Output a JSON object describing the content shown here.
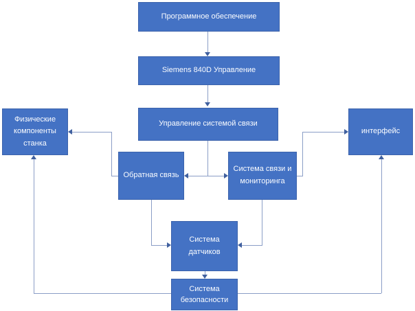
{
  "diagram": {
    "language": "ru",
    "nodes": {
      "software": {
        "label": "Программное обеспечение"
      },
      "siemens": {
        "label": "Siemens 840D Управление"
      },
      "control": {
        "label": "Управление системой связи"
      },
      "physical": {
        "label": "Физические компоненты станка"
      },
      "feedback": {
        "label": "Обратная связь"
      },
      "monitoring": {
        "label": "Система связи и мониторинга"
      },
      "interface": {
        "label": "интерфейс"
      },
      "sensors": {
        "label": "Система датчиков"
      },
      "safety": {
        "label": "Система безопасности"
      }
    },
    "edges": [
      {
        "from": "software",
        "to": "siemens",
        "style": "arrow"
      },
      {
        "from": "siemens",
        "to": "control",
        "style": "arrow"
      },
      {
        "from": "control",
        "to": "feedback",
        "style": "arrow"
      },
      {
        "from": "control",
        "to": "monitoring",
        "style": "arrow"
      },
      {
        "from": "feedback",
        "to": "physical",
        "style": "arrow"
      },
      {
        "from": "monitoring",
        "to": "interface",
        "style": "arrow"
      },
      {
        "from": "feedback",
        "to": "sensors",
        "style": "arrow"
      },
      {
        "from": "monitoring",
        "to": "sensors",
        "style": "arrow"
      },
      {
        "from": "sensors",
        "to": "safety",
        "style": "arrow"
      },
      {
        "from": "safety",
        "to": "physical",
        "style": "arrow"
      },
      {
        "from": "safety",
        "to": "interface",
        "style": "arrow"
      }
    ],
    "colors": {
      "node_fill": "#4472C4",
      "node_border": "#3B62AB",
      "node_text": "#FAFCFF",
      "connector_line": "#8A9DC6",
      "arrowhead": "#40609F",
      "background": "#FFFFFF"
    }
  }
}
